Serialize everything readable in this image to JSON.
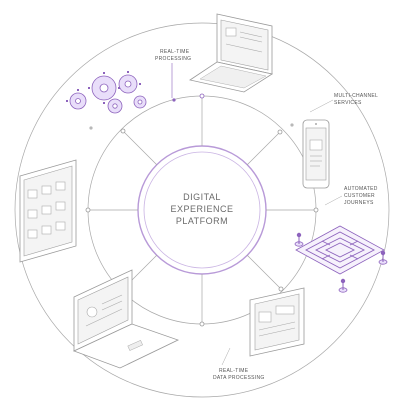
{
  "center": {
    "line1": "DIGITAL",
    "line2": "EXPERIENCE",
    "line3": "PLATFORM"
  },
  "labels": {
    "realtime_processing": [
      "REAL-TIME",
      "PROCESSING"
    ],
    "multichannel": [
      "MULTI-CHANNEL",
      "SERVICES"
    ],
    "automated": [
      "AUTOMATED",
      "CUSTOMER",
      "JOURNEYS"
    ],
    "realtime_data": [
      "REAL-TIME",
      "DATA PROCESSING"
    ]
  },
  "colors": {
    "accent": "#8d63bd",
    "accent_fill": "#e9defa",
    "line": "#a8a8a8",
    "text": "#555555"
  },
  "icons": [
    "gears-icon",
    "laptop-icon",
    "smartphone-icon",
    "maze-icon",
    "tablet-icon",
    "laptop-profile-icon",
    "dashboard-panel-icon"
  ]
}
